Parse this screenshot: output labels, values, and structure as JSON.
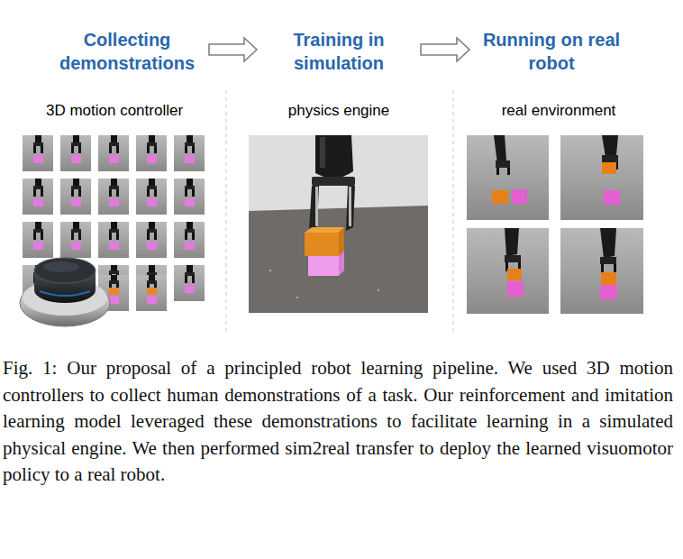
{
  "diagram": {
    "caption": "Fig. 1: Our proposal of a principled robot learning pipeline. We used 3D motion controllers to collect human demonstrations of a task. Our reinforcement and imitation learning model leveraged these demonstrations to facilitate learning in a simulated physical engine. We then performed sim2real transfer to deploy the learned visuomotor policy to a real robot.",
    "nodes": [
      {
        "text": [
          "Collecting demonstrations"
        ]
      },
      {
        "text": [
          "Training in simulation"
        ]
      },
      {
        "text": [
          "Running on real robot"
        ]
      }
    ],
    "edges": [
      {
        "from": 0,
        "to": 1,
        "arrow": "to"
      },
      {
        "from": 1,
        "to": 2,
        "arrow": "to"
      }
    ],
    "labels": [
      "3D motion controller",
      "physics engine",
      "real environment"
    ]
  }
}
